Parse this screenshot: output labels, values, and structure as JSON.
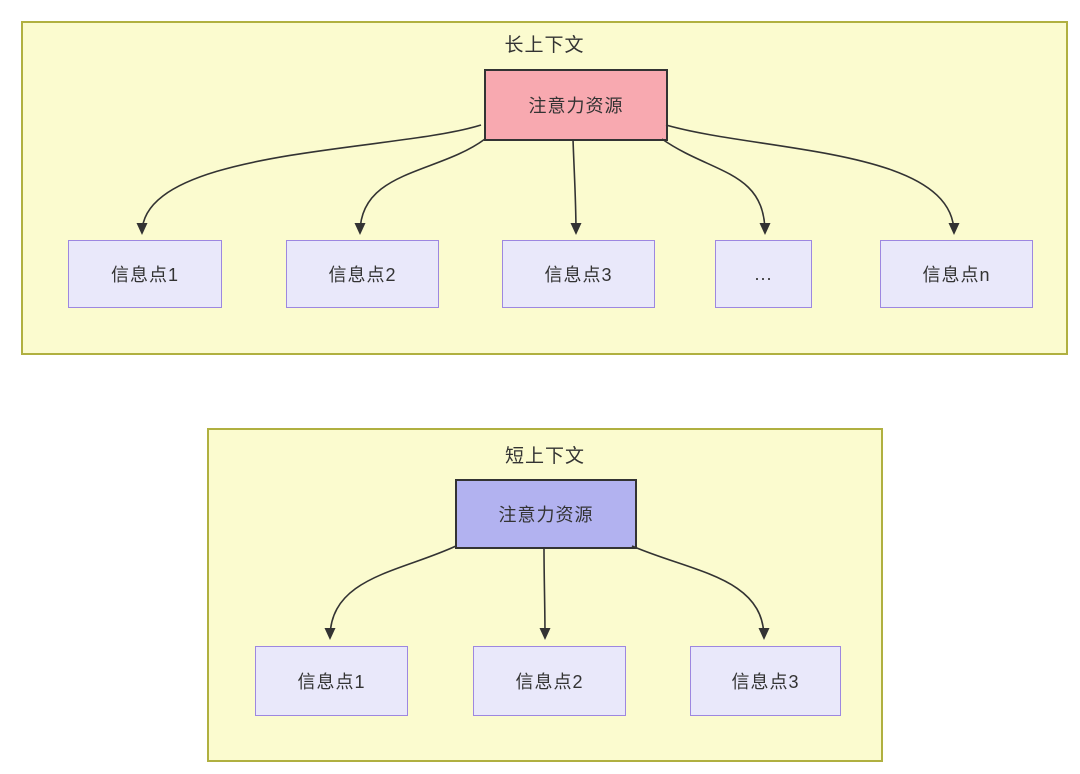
{
  "colors": {
    "canvas-bg": "#ffffff",
    "panel-bg": "#fbfbcf",
    "panel-border": "#b0b040",
    "source-long-bg": "#f8a9b0",
    "source-short-bg": "#b2b2f0",
    "source-border": "#333333",
    "target-bg": "#e9e8fa",
    "target-border": "#9d87e0",
    "text": "#333333",
    "arrow": "#333333"
  },
  "long_context": {
    "title": "长上下文",
    "source": "注意力资源",
    "targets": [
      "信息点1",
      "信息点2",
      "信息点3",
      "...",
      "信息点n"
    ]
  },
  "short_context": {
    "title": "短上下文",
    "source": "注意力资源",
    "targets": [
      "信息点1",
      "信息点2",
      "信息点3"
    ]
  }
}
